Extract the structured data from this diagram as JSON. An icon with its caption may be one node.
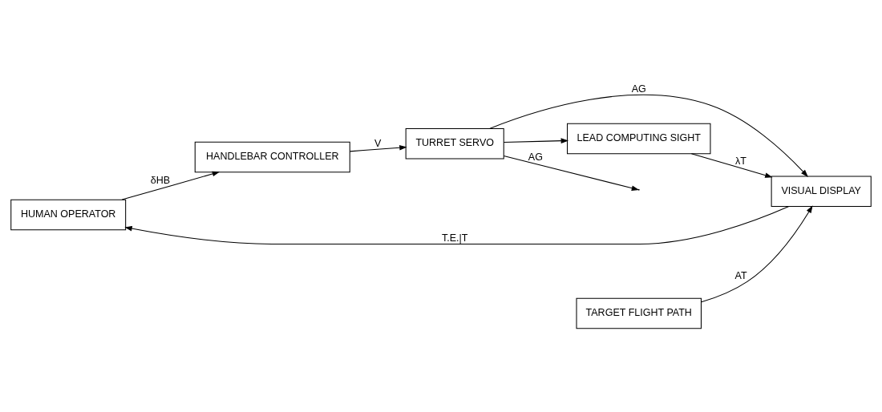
{
  "diagram": {
    "nodes": [
      {
        "text": [
          "HUMAN OPERATOR"
        ]
      },
      {
        "text": [
          "HANDLEBAR CONTROLLER"
        ]
      },
      {
        "text": [
          "TURRET SERVO"
        ]
      },
      {
        "text": [
          "VISUAL DISPLAY"
        ]
      },
      {
        "text": [
          "LEAD COMPUTING SIGHT"
        ]
      },
      {
        "text": [
          "TARGET FLIGHT PATH"
        ]
      }
    ],
    "edges": [
      {
        "from": 3,
        "to": 0,
        "arrow": "to",
        "label": "T.E.|T"
      },
      {
        "from": 0,
        "to": 1,
        "arrow": "to",
        "label": "δHB"
      },
      {
        "from": 1,
        "to": 2,
        "arrow": "to",
        "label": "V"
      },
      {
        "from": 2,
        "to": null,
        "arrow": "to",
        "label": "AG"
      },
      {
        "from": 2,
        "to": 4,
        "arrow": "to"
      },
      {
        "from": 2,
        "to": 3,
        "arrow": "to",
        "label": "AG"
      },
      {
        "from": 4,
        "to": 3,
        "arrow": "to",
        "label": "λT"
      },
      {
        "from": 5,
        "to": 3,
        "arrow": "to",
        "label": "AT"
      }
    ]
  }
}
